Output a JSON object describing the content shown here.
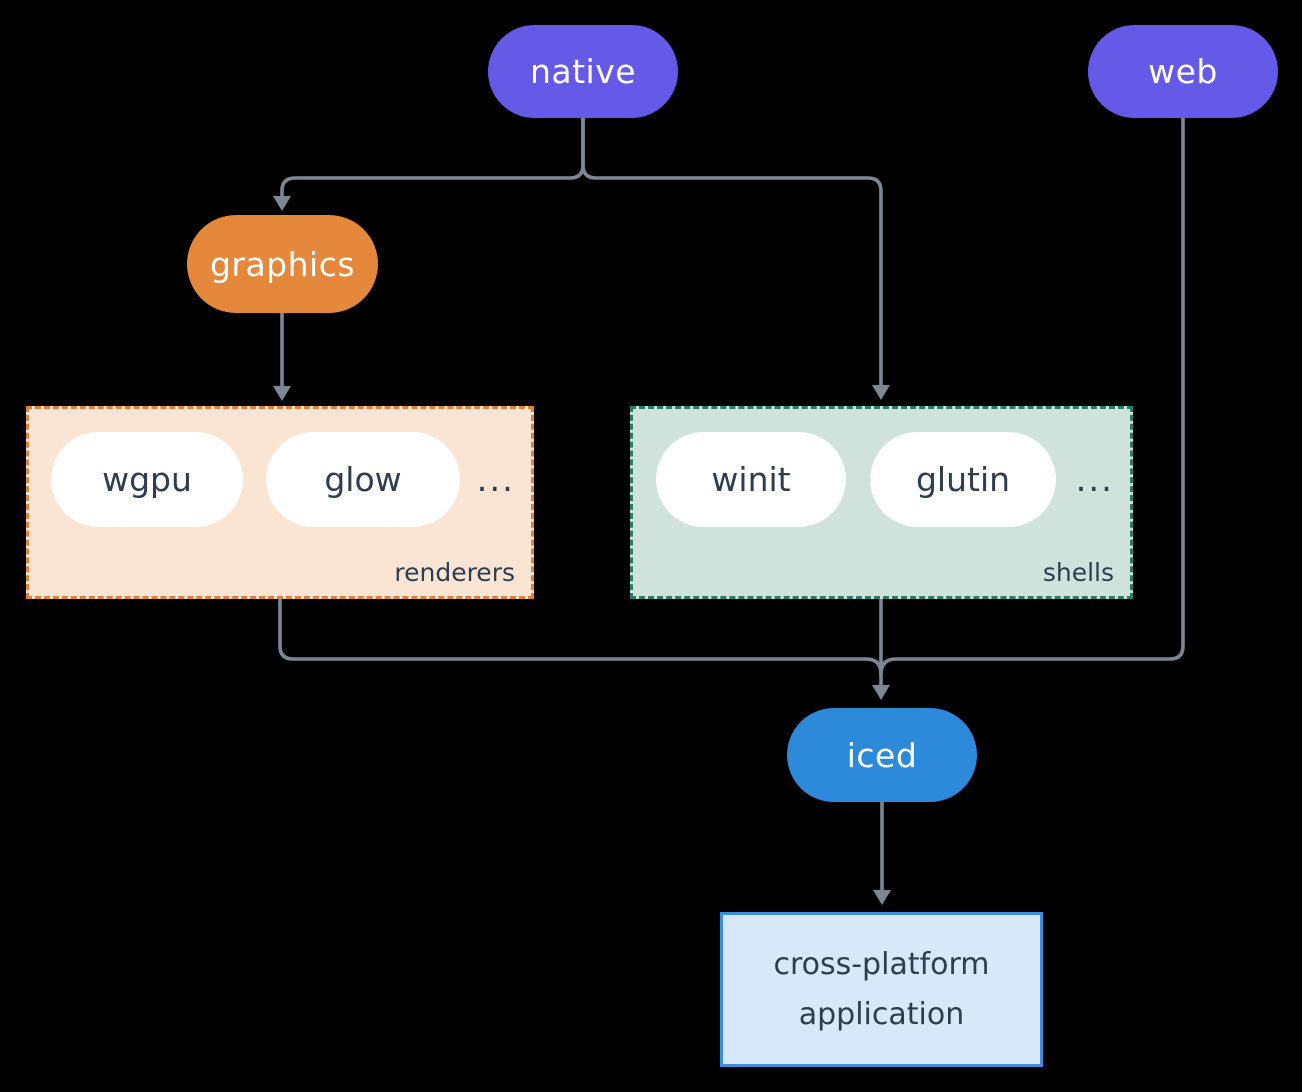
{
  "diagram": {
    "nodes": {
      "native": {
        "label": "native"
      },
      "web": {
        "label": "web"
      },
      "graphics": {
        "label": "graphics"
      },
      "iced": {
        "label": "iced"
      },
      "application": {
        "line1": "cross-platform",
        "line2": "application"
      }
    },
    "groups": {
      "renderers": {
        "label": "renderers",
        "items": [
          "wgpu",
          "glow"
        ],
        "ellipsis": "..."
      },
      "shells": {
        "label": "shells",
        "items": [
          "winit",
          "glutin"
        ],
        "ellipsis": "..."
      }
    }
  },
  "colors": {
    "background": "#000000",
    "node_purple": "#655ae8",
    "node_orange": "#e5883c",
    "node_blue": "#2d89d9",
    "renderers_fill": "#fae4d4",
    "renderers_border": "#e0813a",
    "shells_fill": "#cfe2dc",
    "shells_border": "#2a7a6e",
    "inner_pill_fill": "#ffffff",
    "app_fill": "#d7e8f8",
    "app_border": "#3e8ee0",
    "edge": "#7b8894",
    "text_dark": "#2e3d4f",
    "text_light": "#ffffff"
  }
}
